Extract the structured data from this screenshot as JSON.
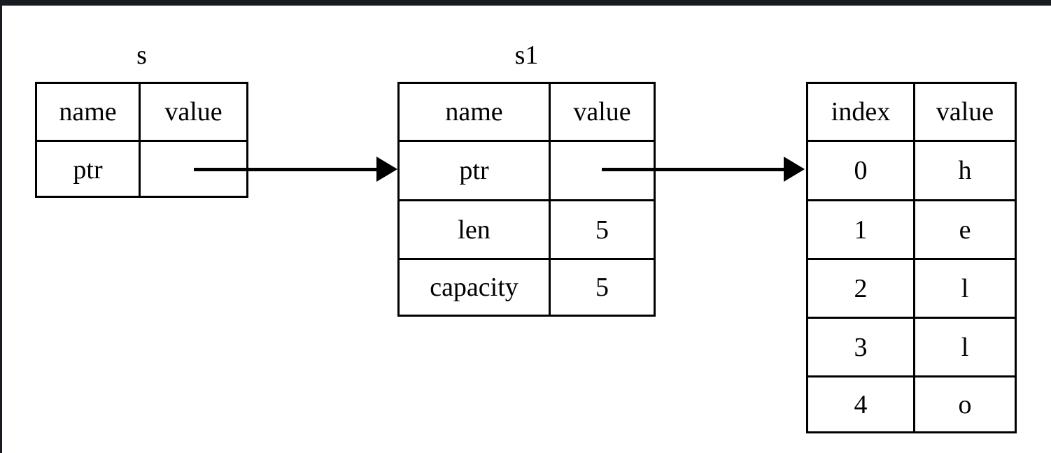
{
  "figure": {
    "kind": "pointer-diagram",
    "background": "#ffffff",
    "ink_color": "#000000",
    "frame_color": "#181b22"
  },
  "tables": [
    {
      "title": "s",
      "headers": [
        "name",
        "value"
      ],
      "rows": [
        {
          "name": "ptr",
          "value": ""
        }
      ]
    },
    {
      "title": "s1",
      "headers": [
        "name",
        "value"
      ],
      "rows": [
        {
          "name": "ptr",
          "value": ""
        },
        {
          "name": "len",
          "value": "5"
        },
        {
          "name": "capacity",
          "value": "5"
        }
      ]
    },
    {
      "title": "",
      "headers": [
        "index",
        "value"
      ],
      "rows": [
        {
          "name": "0",
          "value": "h"
        },
        {
          "name": "1",
          "value": "e"
        },
        {
          "name": "2",
          "value": "l"
        },
        {
          "name": "3",
          "value": "l"
        },
        {
          "name": "4",
          "value": "o"
        }
      ]
    }
  ],
  "arrows": [
    {
      "from": "s.ptr",
      "to": "s1",
      "label": ""
    },
    {
      "from": "s1.ptr",
      "to": "buffer",
      "label": ""
    }
  ]
}
